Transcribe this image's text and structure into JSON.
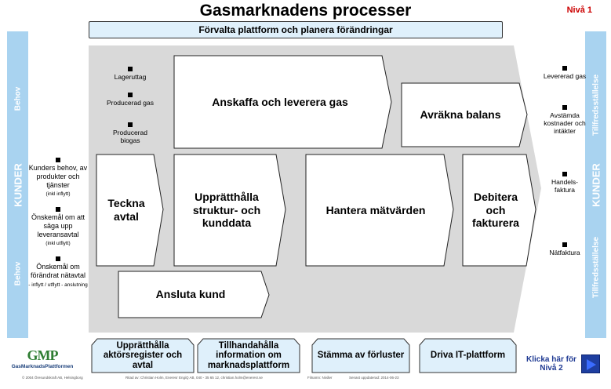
{
  "title": "Gasmarknadens processer",
  "level_label": "Nivå 1",
  "top_band": "Förvalta plattform och planera förändringar",
  "left_bar": {
    "top": "Behov",
    "middle": "KUNDER",
    "bottom": "Behov"
  },
  "right_bar": {
    "top": "Tillfredsställelse",
    "middle": "KUNDER",
    "bottom": "Tillfredsställelse"
  },
  "inputs_top": [
    "Lageruttag",
    "Producerad gas",
    "Producerad biogas"
  ],
  "customer_needs": [
    {
      "text": "Kunders behov, av produkter och tjänster",
      "note": "(inkl inflytt)"
    },
    {
      "text": "Önskemål om att säga upp leveransavtal",
      "note": "(inkl utflytt)"
    },
    {
      "text": "Önskemål om förändrat nätavtal",
      "note": "- inflytt / utflytt - anslutning"
    }
  ],
  "outputs": [
    "Levererad gas",
    "Avstämda kostnader och intäkter",
    "Handels-faktura",
    "Nätfaktura"
  ],
  "processes": {
    "anskaffa": "Anskaffa och leverera gas",
    "avrakna": "Avräkna balans",
    "teckna": "Teckna avtal",
    "uppratthalla": "Upprätthålla struktur- och kunddata",
    "hantera": "Hantera mätvärden",
    "debitera": "Debitera och fakturera",
    "ansluta": "Ansluta kund"
  },
  "support_processes": [
    "Upprätthålla aktörsregister och avtal",
    "Tillhandahålla information om marknadsplattform",
    "Stämma av förluster",
    "Driva IT-plattform"
  ],
  "logo": {
    "main": "GMP",
    "sub": "GasMarknadsPlattformen"
  },
  "nav": {
    "text": "Klicka här för Nivå 2"
  },
  "footer": {
    "left": "© 2004 Öresundskraft AB, Helsingborg",
    "middle": "Ritad av: Christian Holm, Eneresr EngiQ AB, 040 - 35 65 12, christian.holm@eneresr.se",
    "file": "Filnamn: Nivåer",
    "date": "Senast uppdaterad: 2014-06-23"
  },
  "colors": {
    "side_bar": "#a9d3f0",
    "light_band": "#dff0fb",
    "gray_arrow": "#d9d9d9",
    "nav_blue": "#1f3a93"
  }
}
